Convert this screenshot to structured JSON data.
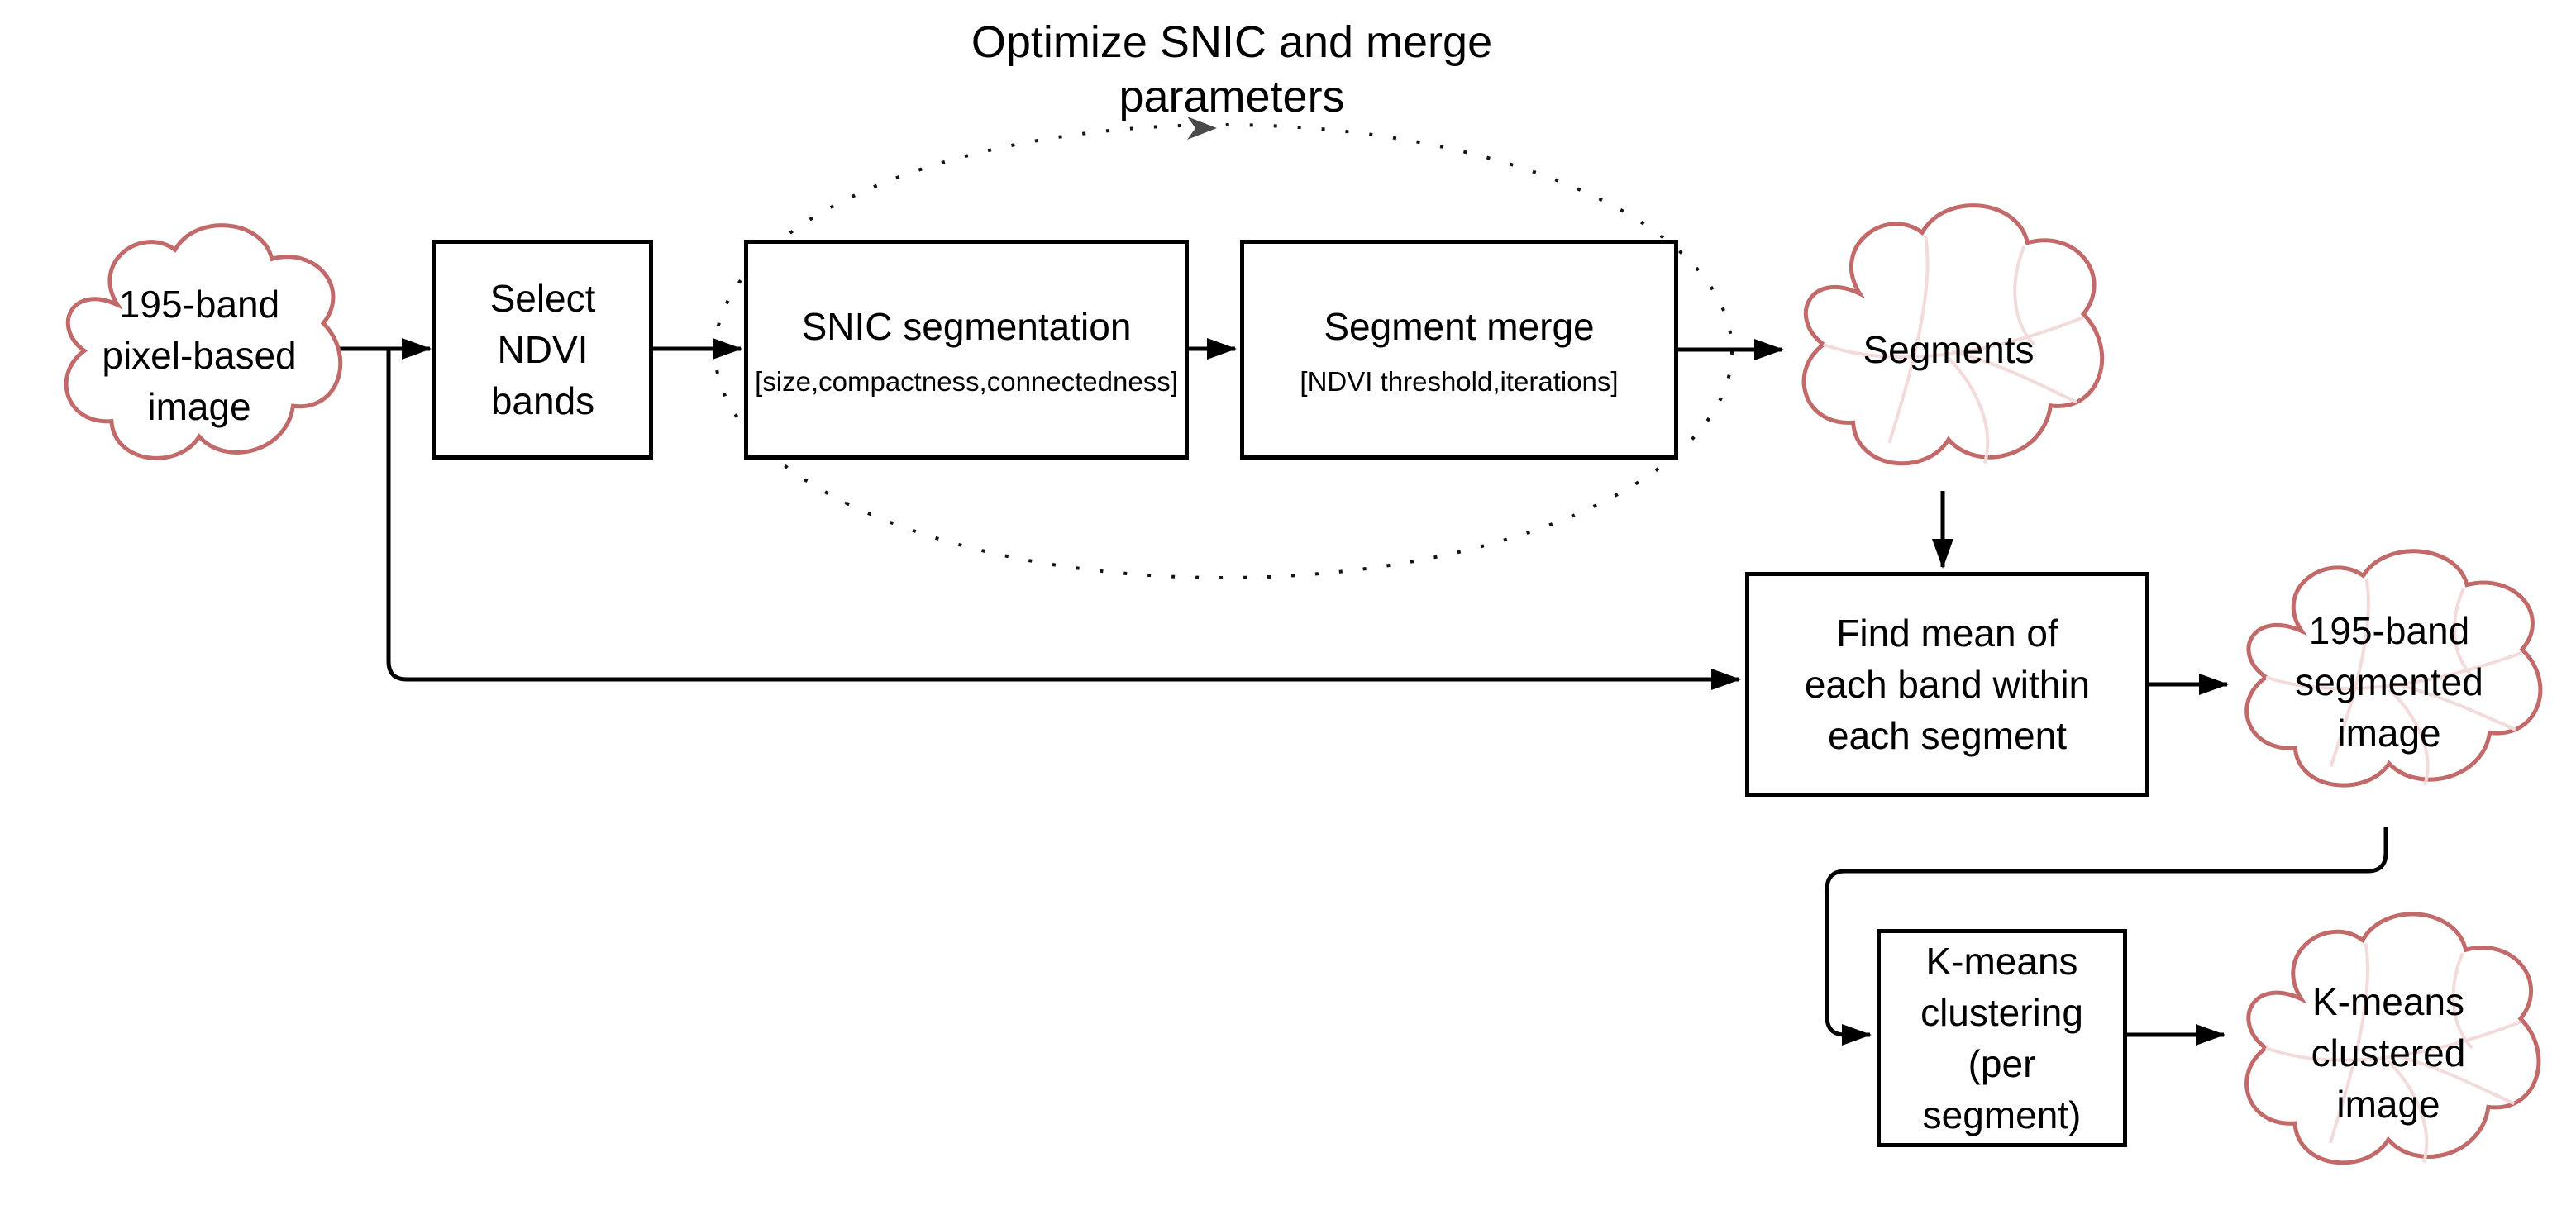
{
  "diagram": {
    "loop_label": "Optimize SNIC and merge parameters",
    "nodes": {
      "input_cloud": "195-band pixel-based image",
      "select_bands": "Select NDVI bands",
      "snic_title": "SNIC segmentation",
      "snic_params": "[size,compactness,connectedness]",
      "merge_title": "Segment merge",
      "merge_params": "[NDVI threshold,iterations]",
      "segments_cloud": "Segments",
      "find_mean": "Find mean of each band within each segment",
      "kmeans": "K-means clustering (per segment)",
      "segmented_cloud": "195-band segmented image",
      "clustered_cloud": "K-means clustered image"
    },
    "colors": {
      "cloud_stroke": "#c26a6a",
      "cloud_inner_lines": "#f4dbdb",
      "connector": "#000000",
      "loop_arrowhead": "#4a4a4a"
    }
  }
}
